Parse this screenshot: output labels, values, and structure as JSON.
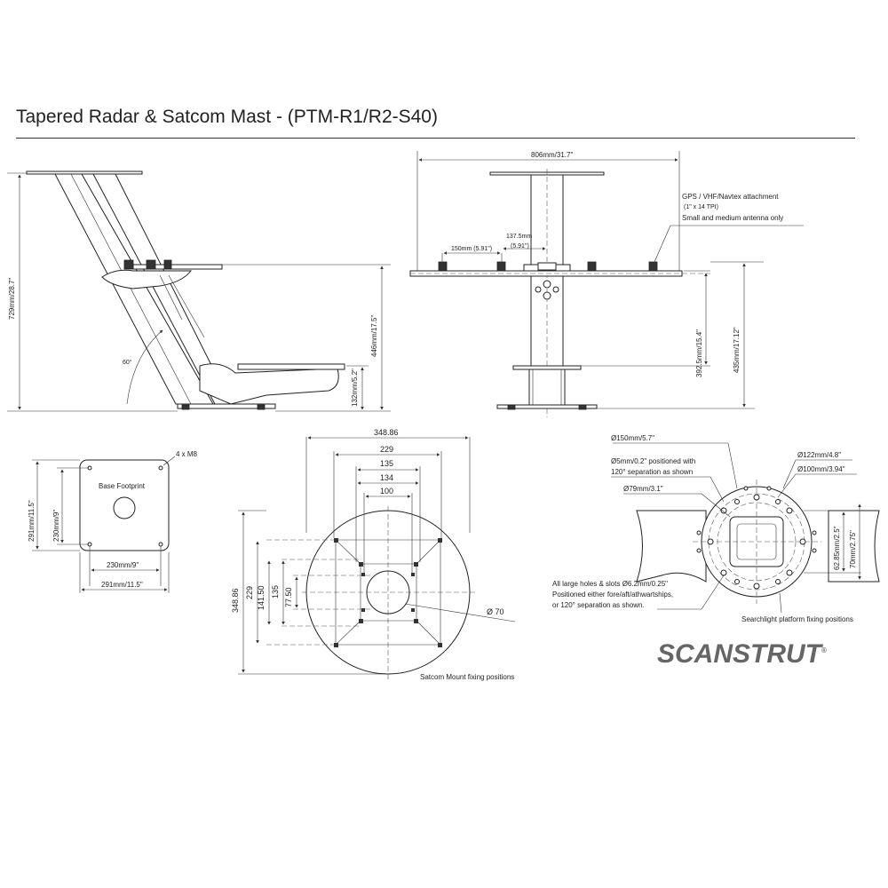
{
  "title": "Tapered Radar & Satcom Mast - (PTM-R1/R2-S40)",
  "brand": {
    "name": "SCANSTRUT",
    "mark": "®"
  },
  "side_view": {
    "height_total": "729mm/28.7\"",
    "height_platform": "446mm/17.5\"",
    "height_lower": "132mm/5.2\"",
    "angle": "60°"
  },
  "front_view": {
    "width": "806mm/31.7\"",
    "spacing_150": "150mm (5.91\")",
    "spacing_137": "137.5mm",
    "spacing_137_in": "(5.91\")",
    "height_392": "392.5mm/15.4\"",
    "height_435": "435mm/17.12\"",
    "gps_note_1": "GPS / VHF/Navtex attachment",
    "gps_note_2": "(1\" x 14 TPI)",
    "gps_note_3": "Small and medium antenna only"
  },
  "base": {
    "label": "Base Footprint",
    "bolts": "4 x M8",
    "dim_291_v": "291mm/11.5\"",
    "dim_230_v": "230mm/9\"",
    "dim_230_h": "230mm/9\"",
    "dim_291_h": "291mm/11.5\""
  },
  "satcom": {
    "caption": "Satcom Mount fixing positions",
    "h_348": "348.86",
    "h_229": "229",
    "h_135": "135",
    "h_134": "134",
    "h_100": "100",
    "v_348": "348.86",
    "v_229": "229",
    "v_141": "141.50",
    "v_135": "135",
    "v_77": "77.50",
    "dia": "Ø  70"
  },
  "searchlight": {
    "caption": "Searchlight platform fixing positions",
    "d150": "Ø150mm/5.7\"",
    "d5": "Ø5mm/0.2\" positioned with",
    "d5b": "120° separation as shown",
    "d79": "Ø79mm/3.1\"",
    "d122": "Ø122mm/4.8\"",
    "d100": "Ø100mm/3.94\"",
    "v62": "62.85mm/2.5\"",
    "v70": "70mm/2.75\"",
    "note1": "All large holes & slots Ø6.2mm/0.25\"",
    "note2": "Positioned either fore/aft/athwartships,",
    "note3": "or 120° separation as shown."
  }
}
